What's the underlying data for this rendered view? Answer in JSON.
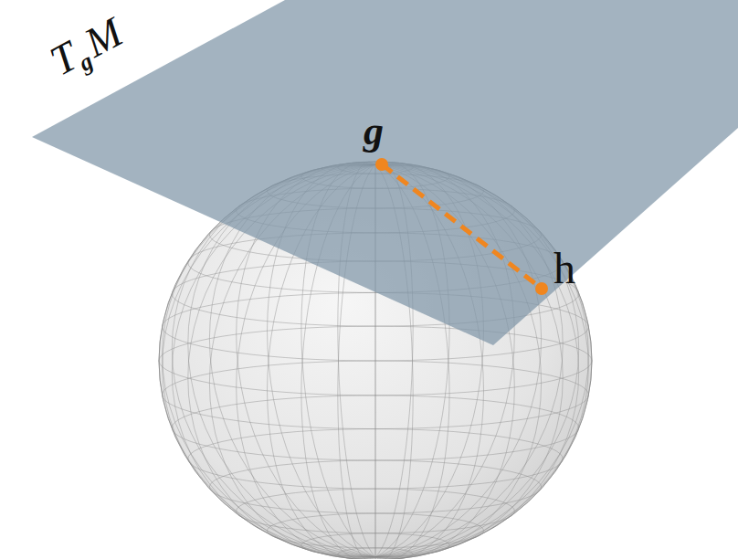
{
  "diagram": {
    "labels": [
      "T",
      "g",
      "M",
      "g",
      "h"
    ]
  }
}
